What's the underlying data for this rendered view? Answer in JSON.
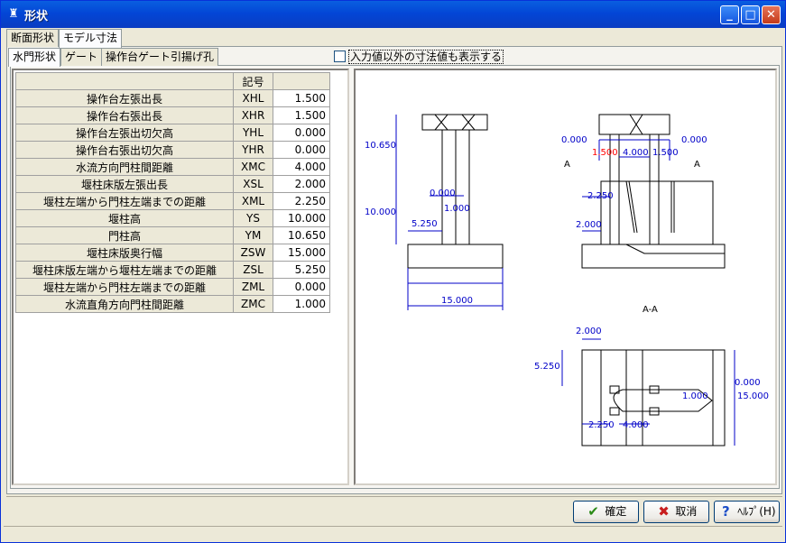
{
  "window": {
    "title": "形状",
    "controls": {
      "minimize": "_",
      "maximize": "□",
      "close": "✕"
    }
  },
  "tabs_level1": [
    {
      "label": "断面形状",
      "active": false
    },
    {
      "label": "モデル寸法",
      "active": true
    }
  ],
  "tabs_level2": [
    {
      "label": "水門形状",
      "active": true
    },
    {
      "label": "ゲート",
      "active": false
    },
    {
      "label": "操作台ゲート引揚げ孔",
      "active": false
    }
  ],
  "checkbox": {
    "label": "入力値以外の寸法値も表示する",
    "checked": false
  },
  "table": {
    "header_symbol": "記号",
    "rows": [
      {
        "name": "操作台左張出長",
        "symbol": "XHL",
        "value": "1.500"
      },
      {
        "name": "操作台右張出長",
        "symbol": "XHR",
        "value": "1.500"
      },
      {
        "name": "操作台左張出切欠高",
        "symbol": "YHL",
        "value": "0.000"
      },
      {
        "name": "操作台右張出切欠高",
        "symbol": "YHR",
        "value": "0.000"
      },
      {
        "name": "水流方向門柱間距離",
        "symbol": "XMC",
        "value": "4.000"
      },
      {
        "name": "堰柱床版左張出長",
        "symbol": "XSL",
        "value": "2.000"
      },
      {
        "name": "堰柱左端から門柱左端までの距離",
        "symbol": "XML",
        "value": "2.250"
      },
      {
        "name": "堰柱高",
        "symbol": "YS",
        "value": "10.000"
      },
      {
        "name": "門柱高",
        "symbol": "YM",
        "value": "10.650"
      },
      {
        "name": "堰柱床版奥行幅",
        "symbol": "ZSW",
        "value": "15.000"
      },
      {
        "name": "堰柱床版左端から堰柱左端までの距離",
        "symbol": "ZSL",
        "value": "5.250"
      },
      {
        "name": "堰柱左端から門柱左端までの距離",
        "symbol": "ZML",
        "value": "0.000"
      },
      {
        "name": "水流直角方向門柱間距離",
        "symbol": "ZMC",
        "value": "1.000"
      }
    ]
  },
  "drawing": {
    "side_view": {
      "ym": "10.650",
      "ys": "10.000",
      "zml": "0.000",
      "zmc": "1.000",
      "zsl": "5.250",
      "zsw": "15.000"
    },
    "front_view": {
      "yhl": "0.000",
      "yhr": "0.000",
      "xhl": "1.500",
      "xmc": "4.000",
      "xhr": "1.500",
      "xml": "2.250",
      "xsl": "2.000",
      "section_left": "A",
      "section_right": "A"
    },
    "plan_view": {
      "title": "A-A",
      "xsl": "2.000",
      "zsl": "5.250",
      "zml": "0.000",
      "zmc": "1.000",
      "zsw": "15.000",
      "xml": "2.250",
      "xmc": "4.000"
    },
    "colors": {
      "dim": "#0000c8",
      "highlight": "#ff0000",
      "line": "#000000"
    }
  },
  "buttons": {
    "ok": {
      "label": "確定",
      "icon": "check-icon"
    },
    "cancel": {
      "label": "取消",
      "icon": "cross-icon"
    },
    "help": {
      "label": "ﾍﾙﾌﾟ(H)",
      "icon": "question-icon"
    }
  }
}
